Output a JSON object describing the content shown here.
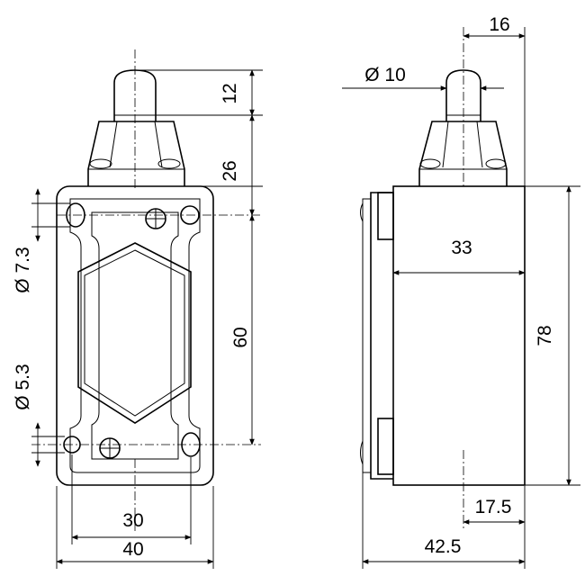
{
  "dimensions": {
    "plunger_length": "12",
    "head_height": "26",
    "hole_upper_diameter": "Ø 7.3",
    "hole_lower_diameter": "Ø 5.3",
    "mount_height": "60",
    "mount_width": "30",
    "body_width": "40",
    "plunger_diameter": "Ø 10",
    "plunger_offset": "16",
    "side_depth": "33",
    "body_height": "78",
    "bottom_offset": "17.5",
    "total_depth": "42.5"
  }
}
